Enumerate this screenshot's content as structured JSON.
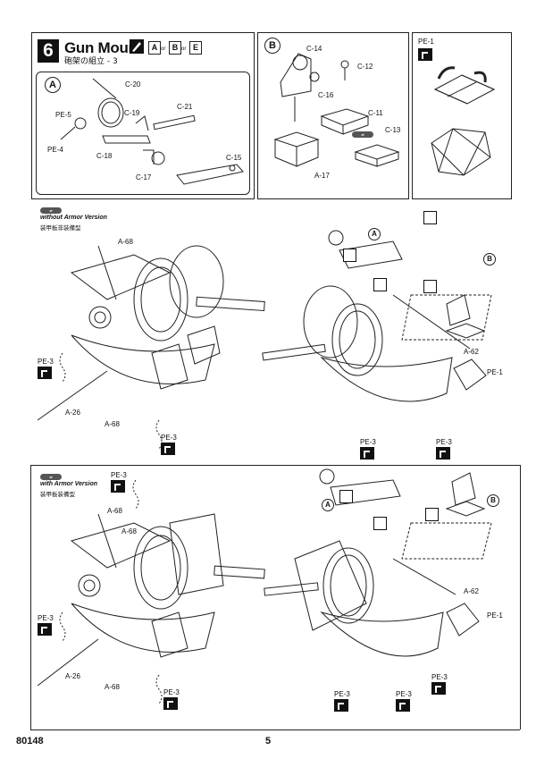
{
  "step": {
    "number": "6",
    "title": "Gun Mount",
    "subtitle": "砲架の組立 - 3",
    "colors": [
      "A",
      "B",
      "E"
    ],
    "or_label": "or"
  },
  "panel_a": {
    "label": "A",
    "parts": [
      "C-20",
      "PE-5",
      "C-19",
      "C-21",
      "PE-4",
      "C-18",
      "C-15",
      "C-17"
    ]
  },
  "panel_b": {
    "label": "B",
    "parts": [
      "C-14",
      "C-12",
      "C-16",
      "C-11",
      "C-13",
      "A-17"
    ]
  },
  "panel_pe": {
    "label": "PE-1"
  },
  "section_without": {
    "heading": "without Armor Version",
    "heading_jp": "装甲板非装備型",
    "left_parts": [
      "A-68",
      "PE-3",
      "A-26",
      "A-68",
      "PE-3"
    ],
    "right_parts": [
      "A",
      "B",
      "A-62",
      "PE-1",
      "PE-3",
      "PE-3"
    ]
  },
  "section_with": {
    "heading": "with Armor Version",
    "heading_jp": "装甲板装備型",
    "left_parts": [
      "PE-3",
      "A-68",
      "A-68",
      "PE-3",
      "A-26",
      "A-68",
      "PE-3"
    ],
    "right_parts": [
      "A",
      "B",
      "A-62",
      "PE-1",
      "PE-3",
      "PE-3",
      "PE-3"
    ]
  },
  "footer": {
    "product_code": "80148",
    "page_number": "5"
  }
}
